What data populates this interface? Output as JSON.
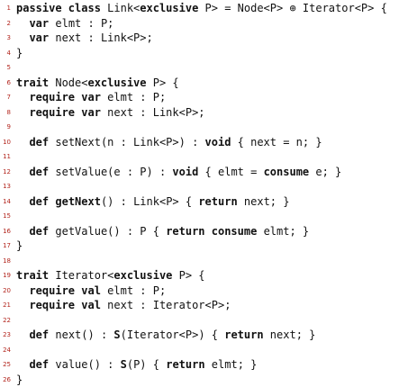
{
  "lines": [
    {
      "n": "1",
      "parts": [
        {
          "t": "passive class",
          "k": 1
        },
        {
          "t": " Link<"
        },
        {
          "t": "exclusive",
          "k": 1
        },
        {
          "t": " P> = Node<P> ⊕ Iterator<P> {"
        }
      ]
    },
    {
      "n": "2",
      "parts": [
        {
          "t": "  "
        },
        {
          "t": "var",
          "k": 1
        },
        {
          "t": " elmt : P;"
        }
      ]
    },
    {
      "n": "3",
      "parts": [
        {
          "t": "  "
        },
        {
          "t": "var",
          "k": 1
        },
        {
          "t": " next : Link<P>;"
        }
      ]
    },
    {
      "n": "4",
      "parts": [
        {
          "t": "}"
        }
      ]
    },
    {
      "n": "5",
      "parts": []
    },
    {
      "n": "6",
      "parts": [
        {
          "t": "trait",
          "k": 1
        },
        {
          "t": " Node<"
        },
        {
          "t": "exclusive",
          "k": 1
        },
        {
          "t": " P> {"
        }
      ]
    },
    {
      "n": "7",
      "parts": [
        {
          "t": "  "
        },
        {
          "t": "require var",
          "k": 1
        },
        {
          "t": " elmt : P;"
        }
      ]
    },
    {
      "n": "8",
      "parts": [
        {
          "t": "  "
        },
        {
          "t": "require var",
          "k": 1
        },
        {
          "t": " next : Link<P>;"
        }
      ]
    },
    {
      "n": "9",
      "parts": []
    },
    {
      "n": "10",
      "parts": [
        {
          "t": "  "
        },
        {
          "t": "def",
          "k": 1
        },
        {
          "t": " setNext(n : Link<P>) : "
        },
        {
          "t": "void",
          "k": 1
        },
        {
          "t": " { next = n; }"
        }
      ]
    },
    {
      "n": "11",
      "parts": []
    },
    {
      "n": "12",
      "parts": [
        {
          "t": "  "
        },
        {
          "t": "def",
          "k": 1
        },
        {
          "t": " setValue(e : P) : "
        },
        {
          "t": "void",
          "k": 1
        },
        {
          "t": " { elmt = "
        },
        {
          "t": "consume",
          "k": 1
        },
        {
          "t": " e; }"
        }
      ]
    },
    {
      "n": "13",
      "parts": []
    },
    {
      "n": "14",
      "parts": [
        {
          "t": "  "
        },
        {
          "t": "def",
          "k": 1
        },
        {
          "t": " "
        },
        {
          "t": "getNext",
          "k": 1
        },
        {
          "t": "() : Link<P> { "
        },
        {
          "t": "return",
          "k": 1
        },
        {
          "t": " next; }"
        }
      ]
    },
    {
      "n": "15",
      "parts": []
    },
    {
      "n": "16",
      "parts": [
        {
          "t": "  "
        },
        {
          "t": "def",
          "k": 1
        },
        {
          "t": " getValue() : P { "
        },
        {
          "t": "return consume",
          "k": 1
        },
        {
          "t": " elmt; }"
        }
      ]
    },
    {
      "n": "17",
      "parts": [
        {
          "t": "}"
        }
      ]
    },
    {
      "n": "18",
      "parts": []
    },
    {
      "n": "19",
      "parts": [
        {
          "t": "trait",
          "k": 1
        },
        {
          "t": " Iterator<"
        },
        {
          "t": "exclusive",
          "k": 1
        },
        {
          "t": " P> {"
        }
      ]
    },
    {
      "n": "20",
      "parts": [
        {
          "t": "  "
        },
        {
          "t": "require val",
          "k": 1
        },
        {
          "t": " elmt : P;"
        }
      ]
    },
    {
      "n": "21",
      "parts": [
        {
          "t": "  "
        },
        {
          "t": "require val",
          "k": 1
        },
        {
          "t": " next : Iterator<P>;"
        }
      ]
    },
    {
      "n": "22",
      "parts": []
    },
    {
      "n": "23",
      "parts": [
        {
          "t": "  "
        },
        {
          "t": "def",
          "k": 1
        },
        {
          "t": " next() : "
        },
        {
          "t": "S",
          "k": 1
        },
        {
          "t": "(Iterator<P>) { "
        },
        {
          "t": "return",
          "k": 1
        },
        {
          "t": " next; }"
        }
      ]
    },
    {
      "n": "24",
      "parts": []
    },
    {
      "n": "25",
      "parts": [
        {
          "t": "  "
        },
        {
          "t": "def",
          "k": 1
        },
        {
          "t": " value() : "
        },
        {
          "t": "S",
          "k": 1
        },
        {
          "t": "(P) { "
        },
        {
          "t": "return",
          "k": 1
        },
        {
          "t": " elmt; }"
        }
      ]
    },
    {
      "n": "26",
      "parts": [
        {
          "t": "}"
        }
      ]
    }
  ]
}
